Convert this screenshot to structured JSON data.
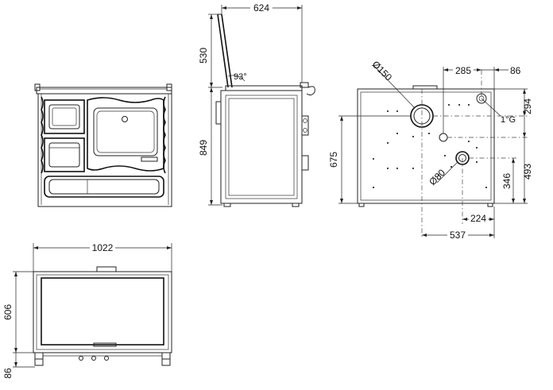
{
  "dimensions": {
    "side_depth": "624",
    "side_lid_height": "530",
    "side_lid_angle": "93°",
    "side_height": "849",
    "back_offset_top": "285",
    "back_offset_right": "86",
    "back_flue_diameter": "Ø150",
    "back_pipe_angle": "1°G",
    "back_dim_294": "294",
    "back_height": "675",
    "back_dim_493": "493",
    "back_dim_346": "346",
    "back_small_diameter": "Ø80",
    "back_dim_224": "224",
    "back_dim_537": "537",
    "top_width": "1022",
    "top_depth": "606",
    "top_feet": "86"
  }
}
